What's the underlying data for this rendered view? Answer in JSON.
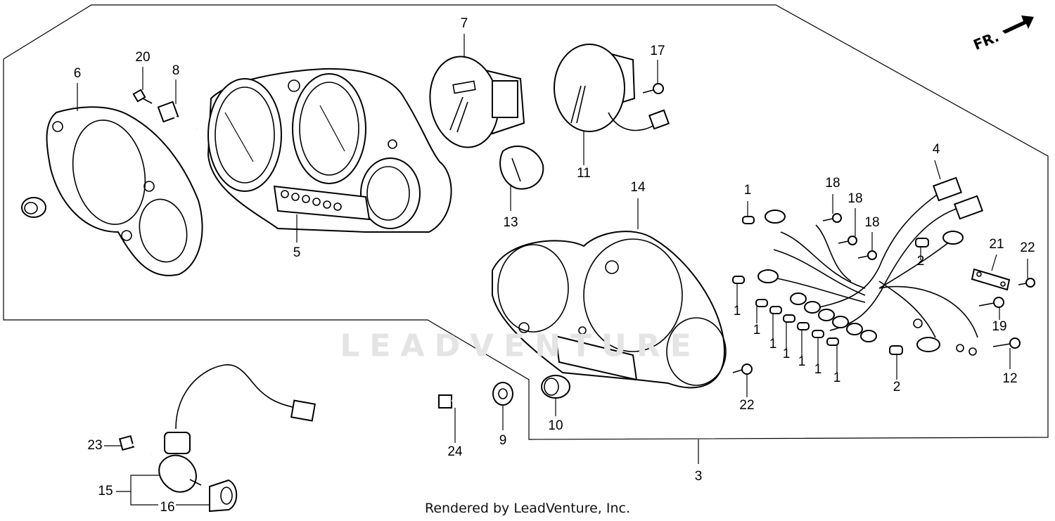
{
  "labels": {
    "l1a": "1",
    "l1b": "1",
    "l1c": "1",
    "l1d": "1",
    "l1e": "1",
    "l1f": "1",
    "l1g": "1",
    "l2a": "2",
    "l2b": "2",
    "l3": "3",
    "l4": "4",
    "l5": "5",
    "l6": "6",
    "l7": "7",
    "l8": "8",
    "l9": "9",
    "l10": "10",
    "l11": "11",
    "l12": "12",
    "l13": "13",
    "l14": "14",
    "l15": "15",
    "l16": "16",
    "l17": "17",
    "l18a": "18",
    "l18b": "18",
    "l18c": "18",
    "l19": "19",
    "l20": "20",
    "l21": "21",
    "l22a": "22",
    "l22b": "22",
    "l23": "23",
    "l24": "24"
  },
  "direction_marker": "FR.",
  "watermark": "LEADVENTURE",
  "credit": "Rendered by LeadVenture, Inc."
}
